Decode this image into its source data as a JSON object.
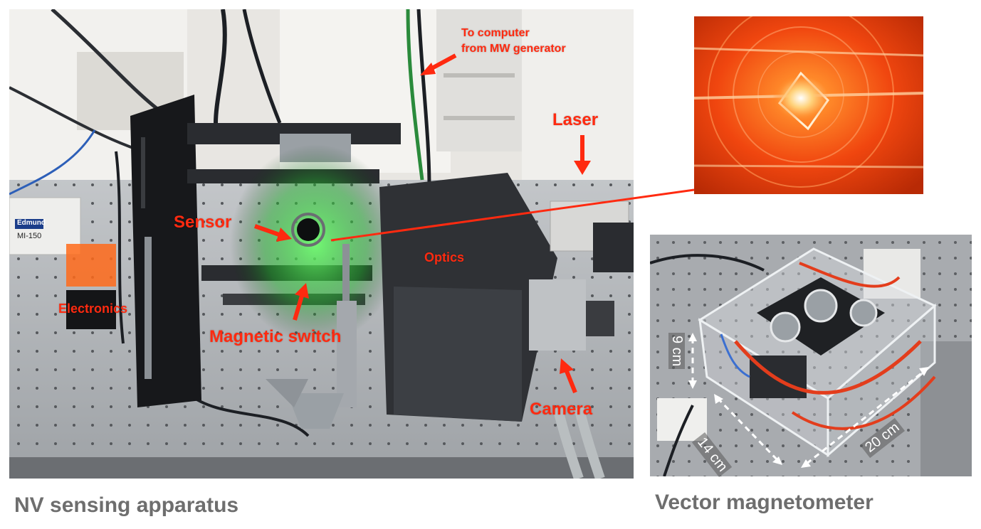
{
  "main_photo": {
    "labels": {
      "to_computer": "To computer",
      "from_mw": "from MW generator",
      "laser": "Laser",
      "sensor": "Sensor",
      "optics": "Optics",
      "electronics": "Electronics",
      "magnetic_switch": "Magnetic switch",
      "camera": "Camera"
    },
    "equipment_text": {
      "edmund": "Edmund",
      "model": "MI-150"
    },
    "caption": "NV sensing apparatus"
  },
  "vector_photo": {
    "dimensions": {
      "height": "9 cm",
      "depth": "14 cm",
      "width": "20 cm"
    },
    "caption": "Vector magnetometer"
  },
  "colors": {
    "label_red": "#ff2a10",
    "caption_gray": "#6e6e6e",
    "laser_green": "#39ff4a",
    "crystal_orange": "#ff5a14"
  }
}
